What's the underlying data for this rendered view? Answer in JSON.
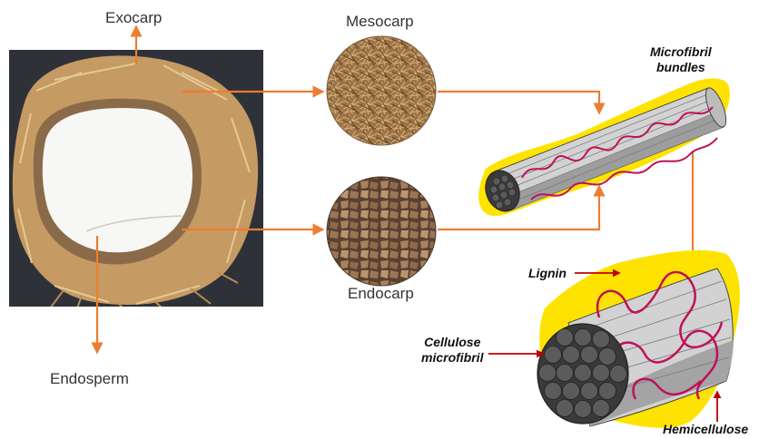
{
  "labels": {
    "exocarp": "Exocarp",
    "mesocarp": "Mesocarp",
    "endocarp": "Endocarp",
    "endosperm": "Endosperm",
    "microfibril_bundles": [
      "Microfibril",
      "bundles"
    ],
    "lignin": "Lignin",
    "cellulose_microfibril": [
      "Cellulose",
      "microfibril"
    ],
    "hemicellulose": "Hemicellulose"
  },
  "colors": {
    "arrow": "#ed7d31",
    "lignin": "#ffe300",
    "hemicellulose": "#c0105a",
    "pointer": "#c00000",
    "fiber_body": "#d2d2d2",
    "fiber_end": "#3a3a3a",
    "coir": "#b88a55",
    "shell": "#8a6a48",
    "meat": "#f7f7f5"
  }
}
